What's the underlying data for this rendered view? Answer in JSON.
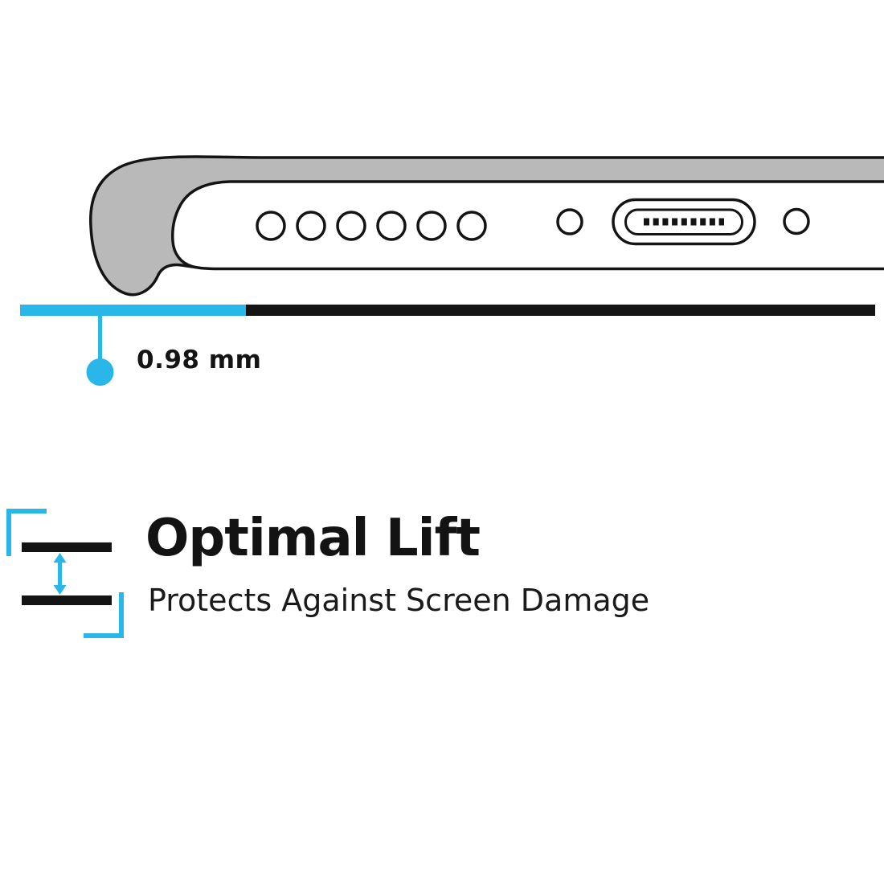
{
  "colors": {
    "accent": "#29b6e8",
    "ink": "#141414",
    "case_gray": "#b9b9b9",
    "background": "#ffffff"
  },
  "measurement": {
    "label": "0.98 mm"
  },
  "feature": {
    "title": "Optimal Lift",
    "subtitle": "Protects Against Screen Damage"
  },
  "illustration": {
    "name": "phone-case-bottom-edge-side-view",
    "speaker_hole_count": 6
  }
}
